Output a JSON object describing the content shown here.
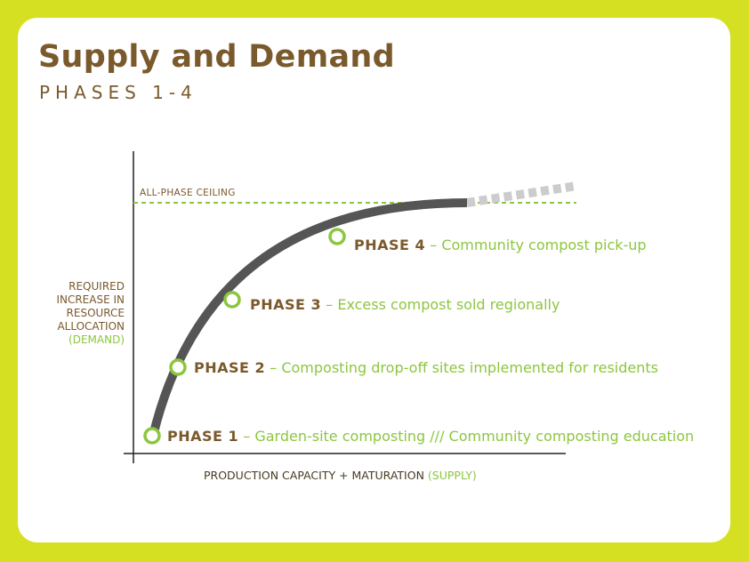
{
  "title": "Supply and Demand",
  "subtitle": "PHASES 1-4",
  "ceiling_label": "ALL-PHASE CEILING",
  "y_axis": {
    "label_lines": [
      "REQUIRED",
      "INCREASE IN",
      "RESOURCE",
      "ALLOCATION"
    ],
    "label_note": "(DEMAND)"
  },
  "x_axis": {
    "label": "PRODUCTION CAPACITY + MATURATION",
    "label_note": "(SUPPLY)"
  },
  "phases": [
    {
      "name": "PHASE 1",
      "desc": "– Garden-site composting /// Community composting education"
    },
    {
      "name": "PHASE 2",
      "desc": "– Composting drop-off sites implemented for residents"
    },
    {
      "name": "PHASE 3",
      "desc": "– Excess compost sold regionally"
    },
    {
      "name": "PHASE 4",
      "desc": "– Community compost pick-up"
    }
  ],
  "colors": {
    "background": "#d6e022",
    "brown": "#7a5a2c",
    "green": "#8cc63f",
    "curve": "#555555",
    "extension": "#cccccc"
  }
}
